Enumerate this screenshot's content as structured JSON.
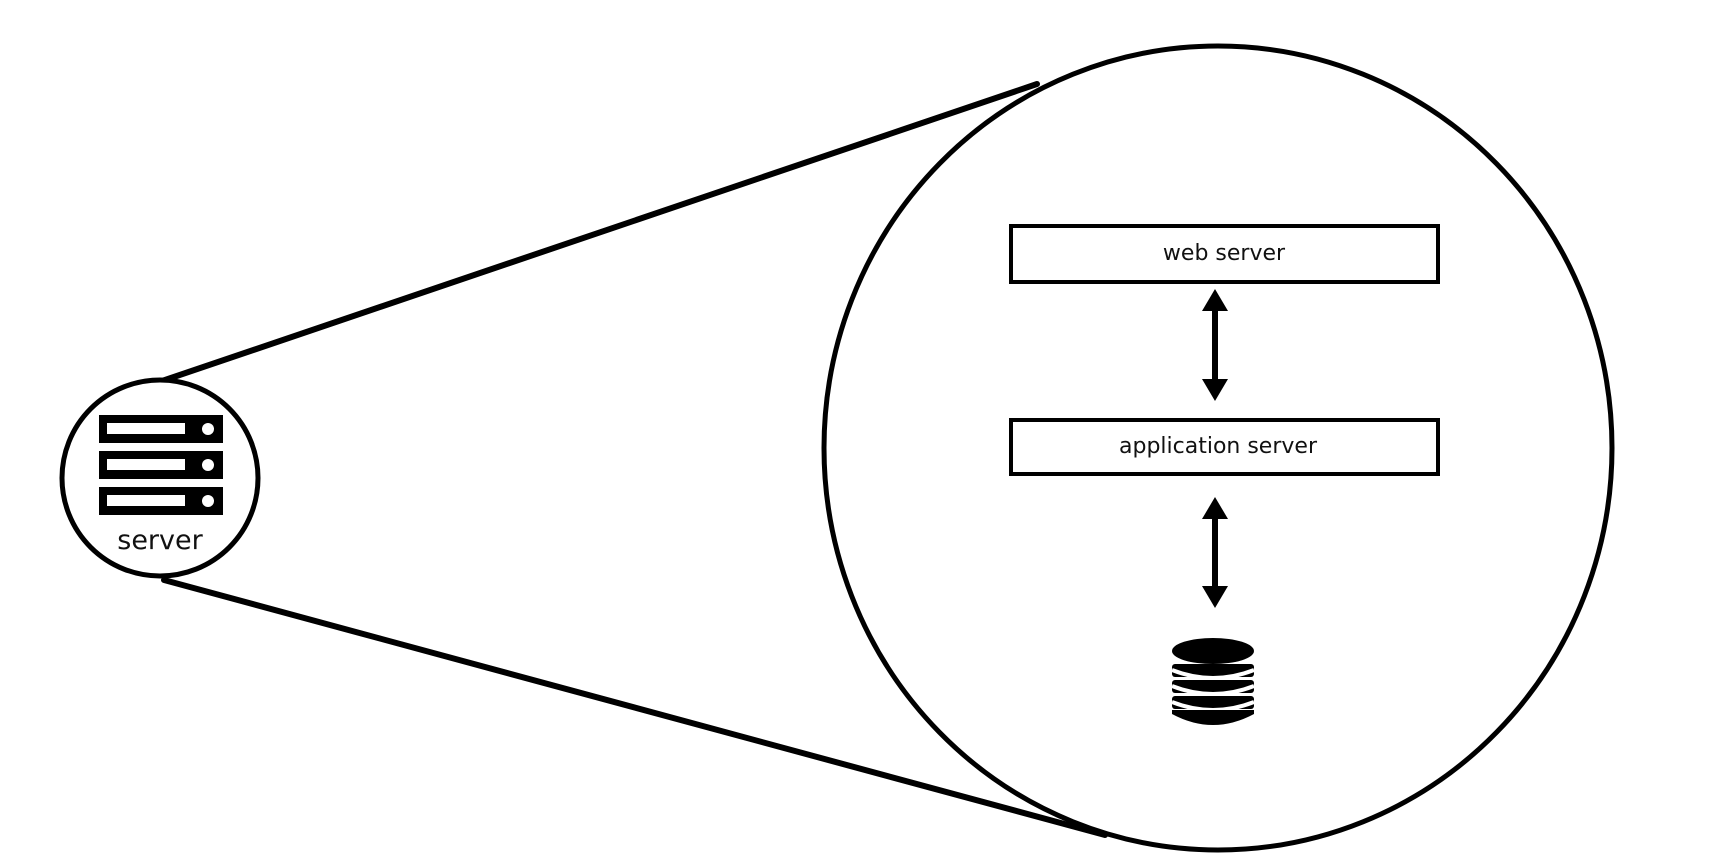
{
  "diagram": {
    "server_node": {
      "label": "server",
      "icon": "server-rack-icon"
    },
    "zoom_view": {
      "web_server_label": "web server",
      "application_server_label": "application server",
      "database_icon": "database-icon",
      "connection_type": "bidirectional"
    },
    "colors": {
      "stroke": "#000000",
      "background": "#ffffff"
    }
  }
}
